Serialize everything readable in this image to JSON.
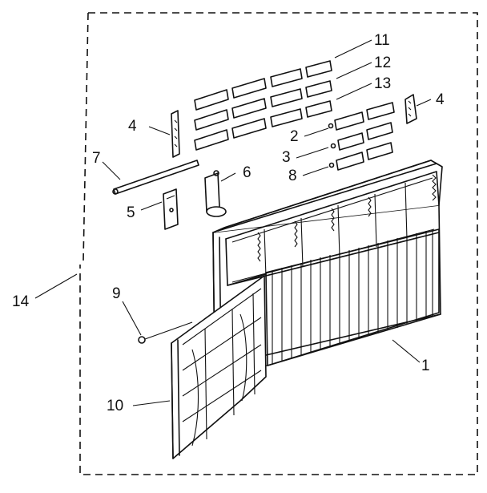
{
  "callouts": [
    {
      "id": "11",
      "text": "11"
    },
    {
      "id": "12",
      "text": "12"
    },
    {
      "id": "13",
      "text": "13"
    },
    {
      "id": "4a",
      "text": "4"
    },
    {
      "id": "4b",
      "text": "4"
    },
    {
      "id": "7",
      "text": "7"
    },
    {
      "id": "6",
      "text": "6"
    },
    {
      "id": "2",
      "text": "2"
    },
    {
      "id": "3",
      "text": "3"
    },
    {
      "id": "8",
      "text": "8"
    },
    {
      "id": "5",
      "text": "5"
    },
    {
      "id": "14",
      "text": "14"
    },
    {
      "id": "9",
      "text": "9"
    },
    {
      "id": "1",
      "text": "1"
    },
    {
      "id": "10",
      "text": "10"
    }
  ]
}
